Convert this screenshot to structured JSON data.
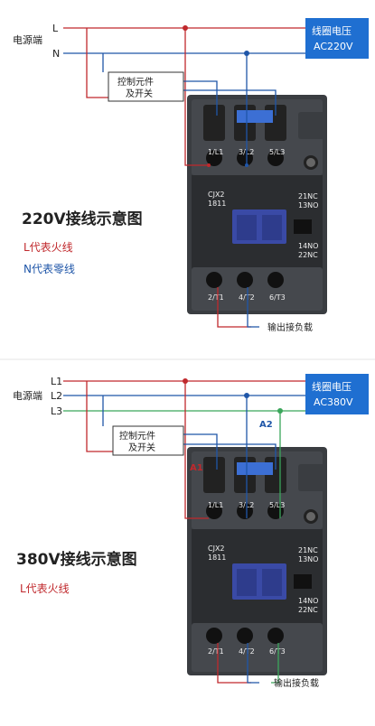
{
  "colors": {
    "live": "#c0282c",
    "neutral": "#1f56a8",
    "phase3": "#3aa65a",
    "coil_box": "#1f6fd1",
    "body_dark": "#3a3d41",
    "body_front": "#2b2d30",
    "actuator": "#3a4aa6"
  },
  "top": {
    "power_label": "电源端",
    "line_L": "L",
    "line_N": "N",
    "control_label_1": "控制元件",
    "control_label_2": "及开关",
    "coil_label_1": "线圈电压",
    "coil_label_2": "AC220V",
    "title": "220V接线示意图",
    "legend_L": "L代表火线",
    "legend_N": "N代表零线",
    "output_label": "输出接负载",
    "model": "CJX2",
    "model_no": "1811",
    "aux_top_1": "21NC",
    "aux_top_2": "13NO",
    "aux_bot_1": "14NO",
    "aux_bot_2": "22NC",
    "term_top_1": "1/L1",
    "term_top_2": "3/L2",
    "term_top_3": "5/L3",
    "term_bot_1": "2/T1",
    "term_bot_2": "4/T2",
    "term_bot_3": "6/T3"
  },
  "bottom": {
    "power_label": "电源端",
    "line_L1": "L1",
    "line_L2": "L2",
    "line_L3": "L3",
    "control_label_1": "控制元件",
    "control_label_2": "及开关",
    "coil_label_1": "线圈电压",
    "coil_label_2": "AC380V",
    "a1": "A1",
    "a2": "A2",
    "title": "380V接线示意图",
    "legend_L": "L代表火线",
    "output_label": "输出接负载",
    "model": "CJX2",
    "model_no": "1811",
    "aux_top_1": "21NC",
    "aux_top_2": "13NO",
    "aux_bot_1": "14NO",
    "aux_bot_2": "22NC",
    "term_top_1": "1/L1",
    "term_top_2": "3/L2",
    "term_top_3": "5/L3",
    "term_bot_1": "2/T1",
    "term_bot_2": "4/T2",
    "term_bot_3": "6/T3"
  }
}
